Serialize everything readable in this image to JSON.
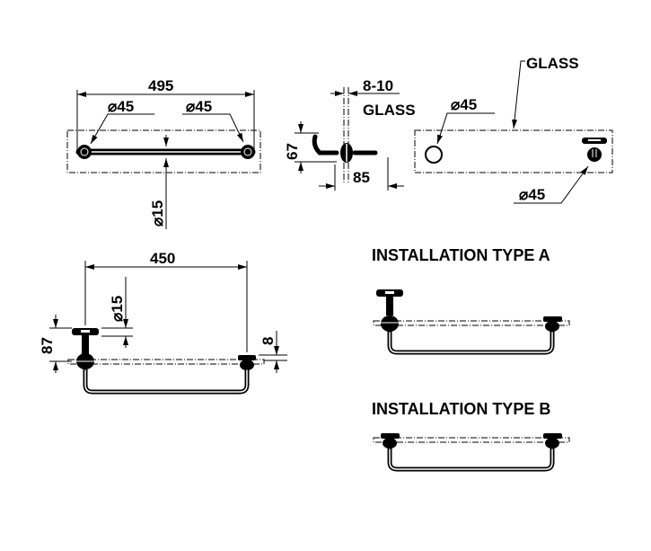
{
  "top_view": {
    "width_dim": "495",
    "left_diameter": "⌀45",
    "right_diameter": "⌀45",
    "bar_diameter": "⌀15"
  },
  "side_view": {
    "glass_thickness": "8-10",
    "glass_label": "GLASS",
    "height_dim": "67",
    "depth_dim": "85"
  },
  "back_view": {
    "glass_label": "GLASS",
    "hole_diameter": "⌀45",
    "fitting_diameter": "⌀45"
  },
  "front_view": {
    "length_dim": "450",
    "bar_diameter": "⌀15",
    "height_dim": "87",
    "glass_dim": "8"
  },
  "installation_a": {
    "title": "INSTALLATION TYPE A"
  },
  "installation_b": {
    "title": "INSTALLATION TYPE B"
  }
}
